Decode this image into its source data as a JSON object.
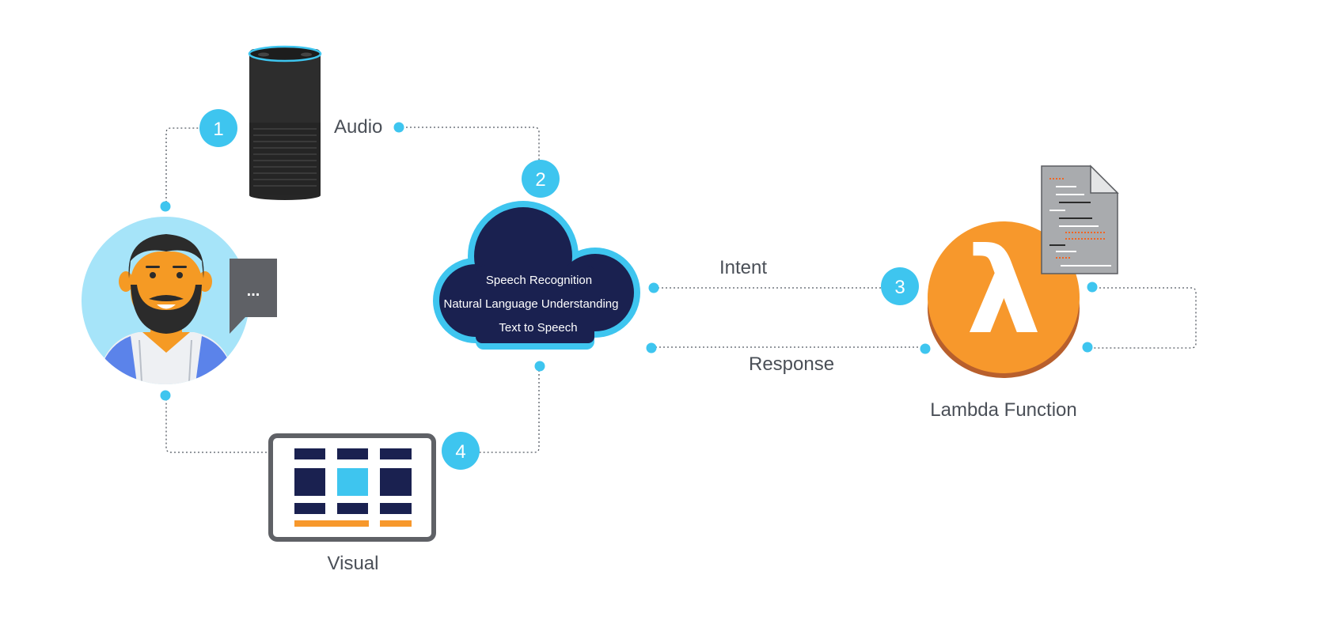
{
  "labels": {
    "audio": "Audio",
    "intent": "Intent",
    "response": "Response",
    "visual": "Visual",
    "lambda": "Lambda Function"
  },
  "cloud": {
    "lines": [
      "Speech Recognition",
      "Natural Language Understanding",
      "Text to Speech"
    ]
  },
  "steps": [
    "1",
    "2",
    "3",
    "4"
  ],
  "speech_bubble": "...",
  "lambda_symbol": "λ",
  "colors": {
    "accent_blue": "#3ec5ef",
    "cloud_navy": "#1a2150",
    "lambda_orange": "#f7982c",
    "lambda_shadow": "#b85f2c",
    "tablet_navy": "#1a2150",
    "tablet_orange": "#f7982c",
    "echo_dark": "#2d2d2d",
    "avatar_bg": "#a6e4f9"
  },
  "icons": [
    "echo-speaker-icon",
    "user-avatar-icon",
    "speech-bubble-icon",
    "cloud-icon",
    "lambda-icon",
    "code-document-icon",
    "visual-display-icon"
  ]
}
